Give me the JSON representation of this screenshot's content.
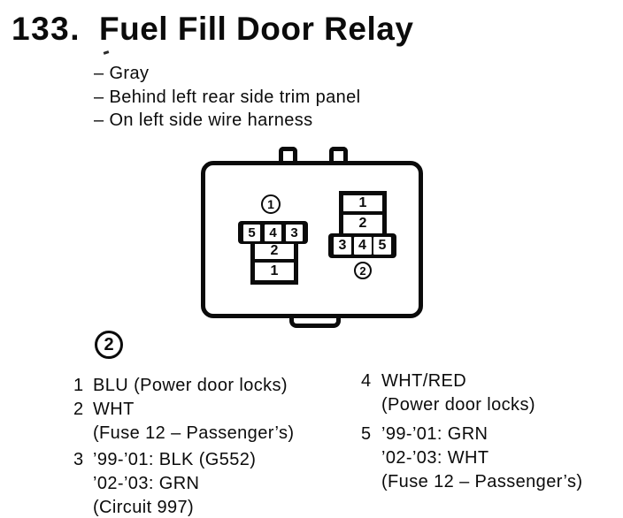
{
  "header": {
    "number": "133.",
    "title": "Fuel Fill Door Relay",
    "notes": [
      "– Gray",
      "– Behind left rear side trim panel",
      "– On left side wire harness"
    ]
  },
  "diagram": {
    "connector1": {
      "marker": "1",
      "bar_cells": [
        "5",
        "4",
        "3"
      ],
      "stem_cells": [
        "2",
        "1"
      ]
    },
    "connector2": {
      "marker": "2",
      "stem_cells": [
        "1",
        "2"
      ],
      "bar_cells": [
        "3",
        "4",
        "5"
      ]
    }
  },
  "pin_list": {
    "marker": "2",
    "left": [
      {
        "num": "1",
        "lines": [
          "BLU (Power door locks)"
        ]
      },
      {
        "num": "2",
        "lines": [
          "WHT",
          "(Fuse 12 – Passenger’s)"
        ]
      },
      {
        "num": "3",
        "lines": [
          "’99-’01: BLK (G552)",
          "’02-’03: GRN",
          "(Circuit 997)"
        ]
      }
    ],
    "right": [
      {
        "num": "4",
        "lines": [
          "WHT/RED",
          "(Power door locks)"
        ]
      },
      {
        "num": "5",
        "lines": [
          "’99-’01: GRN",
          "’02-’03: WHT",
          "(Fuse 12 – Passenger’s)"
        ]
      }
    ]
  },
  "colors": {
    "ink": "#0b0b0b",
    "paper": "#ffffff"
  }
}
